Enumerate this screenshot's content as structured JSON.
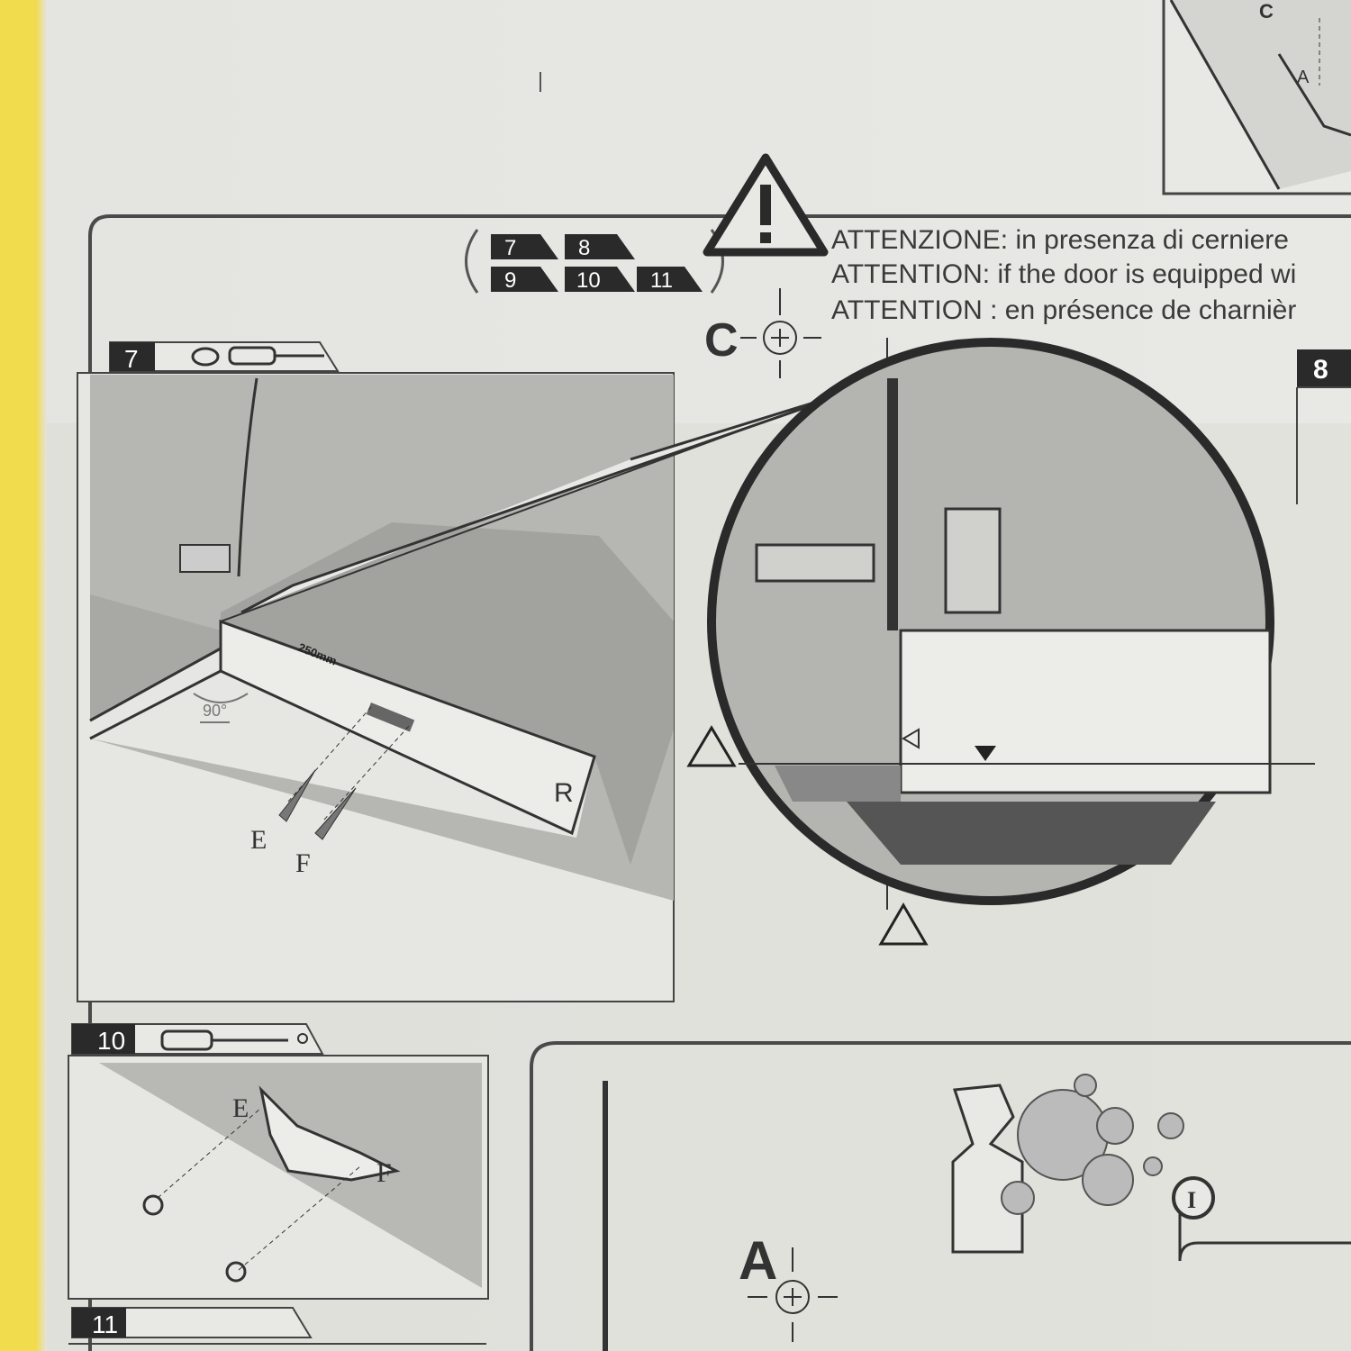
{
  "header": {
    "step_badges": [
      "7",
      "8",
      "9",
      "10",
      "11"
    ],
    "warning_lines": [
      "ATTENZIONE: in presenza di cerniere",
      "ATTENTION: if the door is equipped wi",
      "ATTENTION : en présence de charnièr"
    ],
    "reference_point": "C"
  },
  "step7": {
    "number": "7",
    "measurement": "250mm",
    "angle": "90°",
    "side_label": "R",
    "pin_labels": [
      "E",
      "F"
    ]
  },
  "step8": {
    "number": "8"
  },
  "step10": {
    "number": "10",
    "labels": [
      "E",
      "F"
    ]
  },
  "step11": {
    "number": "11"
  },
  "bottom_panel": {
    "reference_point": "A",
    "marker": "I"
  },
  "top_right": {
    "labels": [
      "C",
      "A"
    ]
  },
  "colors": {
    "paper": "#e8e8e4",
    "panel_gray": "#b8b8b4",
    "ink": "#3a3a3a",
    "background": "#f0dc4c"
  }
}
